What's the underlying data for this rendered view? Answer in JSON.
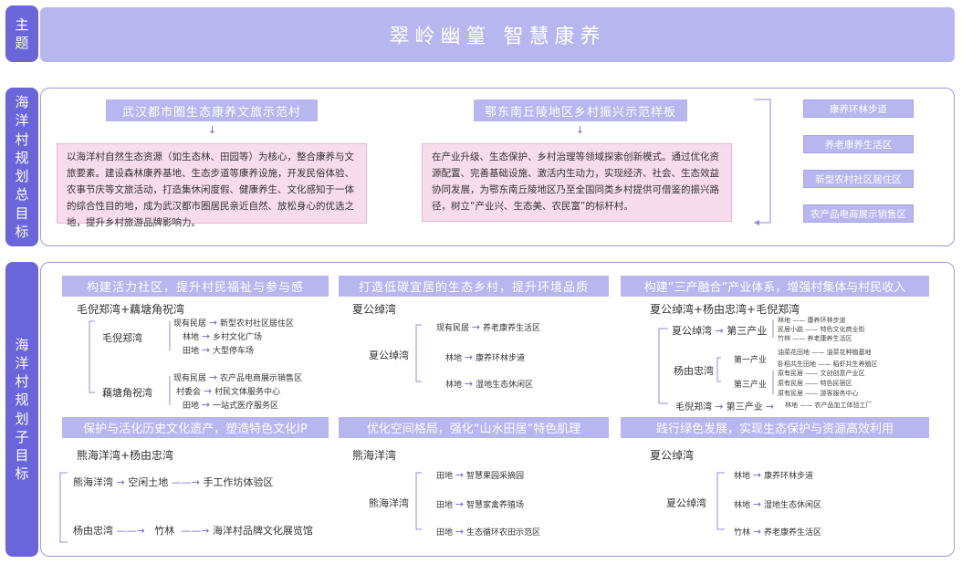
{
  "theme": {
    "label_top": "主",
    "label_bottom": "题",
    "title": "翠岭幽篁  智慧康养"
  },
  "goal": {
    "label": [
      "海",
      "洋",
      "村",
      "规",
      "划",
      "总",
      "目",
      "标"
    ],
    "left_header": "武汉都市圈生态康养文旅示范村",
    "left_text": "以海洋村自然生态资源（如生态林、田园等）为核心，整合康养与文旅要素。建设森林康养基地、生态步道等康养设施，开发民俗体验、农事节庆等文旅活动，打造集休闲度假、健康养生、文化感知于一体的综合性目的地，成为武汉都市圈居民亲近自然、放松身心的优选之地，提升乡村旅游品牌影响力。",
    "mid_header": "鄂东南丘陵地区乡村振兴示范样板",
    "mid_text": "在产业升级、生态保护、乡村治理等领域探索创新模式。通过优化资源配置、完善基础设施、激活内生动力，实现经济、社会、生态效益协同发展，为鄂东南丘陵地区乃至全国同类乡村提供可借鉴的振兴路径，树立“产业兴、生态美、农民富”的标杆村。",
    "right_items": [
      "康养环林步道",
      "养老康养生活区",
      "新型农村社区居住区",
      "农产品电商展示销售区"
    ]
  },
  "sub": {
    "label": [
      "海",
      "洋",
      "村",
      "规",
      "划",
      "子",
      "目",
      "标"
    ],
    "b1": {
      "header": "构建活力社区，提升村民福祉与参与感",
      "title": "毛倪郑湾+藕塘角祝湾",
      "v1": "毛倪郑湾",
      "v1_rows": [
        [
          "现有民居",
          "新型农村社区居住区"
        ],
        [
          "林地",
          "乡村文化广场"
        ],
        [
          "田地",
          "大型停车场"
        ]
      ],
      "v2": "藕塘角祝湾",
      "v2_rows": [
        [
          "现有民居",
          "农产品电商展示销售区"
        ],
        [
          "村委会",
          "村民文体服务中心"
        ],
        [
          "田地",
          "一站式医疗服务区"
        ]
      ]
    },
    "b2": {
      "header": "打造低碳宜居的生态乡村，提升环境品质",
      "title": "夏公绰湾",
      "v": "夏公绰湾",
      "rows": [
        [
          "现有民居",
          "养老康养生活区"
        ],
        [
          "林地",
          "康养环林步道"
        ],
        [
          "林地",
          "湿地生态休闲区"
        ]
      ]
    },
    "b3": {
      "header": "构建“三产融合”产业体系，增强村集体与村民收入",
      "title": "夏公绰湾+杨由忠湾+毛倪郑湾",
      "v1": "夏公绰湾",
      "v1_ind": "第三产业",
      "v1_rows": [
        [
          "林地",
          "康养环林步道"
        ],
        [
          "民居小路",
          "特色文化商业街"
        ],
        [
          "竹林",
          "养老康养生活区"
        ]
      ],
      "v2": "杨由忠湾",
      "v2_ind1": "第一产业",
      "v2_rows1": [
        [
          "油菜花田地",
          "油菜花种植基地"
        ],
        [
          "卧稻共生田地",
          "稻虾共生养殖区"
        ]
      ],
      "v2_ind3": "第三产业",
      "v2_rows3": [
        [
          "原有民居",
          "文创创意产业区"
        ],
        [
          "原有民居",
          "特色民宿区"
        ],
        [
          "原有民居",
          "游客服务中心"
        ]
      ],
      "v3": "毛倪郑湾",
      "v3_ind": "第三产业",
      "v3_row": [
        "林地",
        "农产品加工体验工厂"
      ]
    },
    "b4": {
      "header": "保护与活化历史文化遗产，塑造特色文化IP",
      "title": "熊海洋湾+杨由忠湾",
      "r1": [
        "熊海洋湾",
        "空闲土地",
        "手工作坊体验区"
      ],
      "r2": [
        "杨由忠湾",
        "竹林",
        "海洋村品牌文化展览馆"
      ]
    },
    "b5": {
      "header": "优化空间格局，强化“山水田居”特色肌理",
      "title": "熊海洋湾",
      "v": "熊海洋湾",
      "rows": [
        [
          "田地",
          "智慧果园采摘园"
        ],
        [
          "田地",
          "智慧家禽养殖场"
        ],
        [
          "田地",
          "生态循环农田示范区"
        ]
      ]
    },
    "b6": {
      "header": "践行绿色发展，实现生态保护与资源高效利用",
      "title": "夏公绰湾",
      "v": "夏公绰湾",
      "rows": [
        [
          "林地",
          "康养环林步道"
        ],
        [
          "林地",
          "湿地生态休闲区"
        ],
        [
          "竹林",
          "养老康养生活区"
        ]
      ]
    }
  },
  "colors": {
    "accent": "#6a65d8",
    "header_fill": "#b7b6ee",
    "pink_fill": "#f7dcec",
    "line": "#8f8de2"
  },
  "icons": {
    "arrow": "→"
  }
}
